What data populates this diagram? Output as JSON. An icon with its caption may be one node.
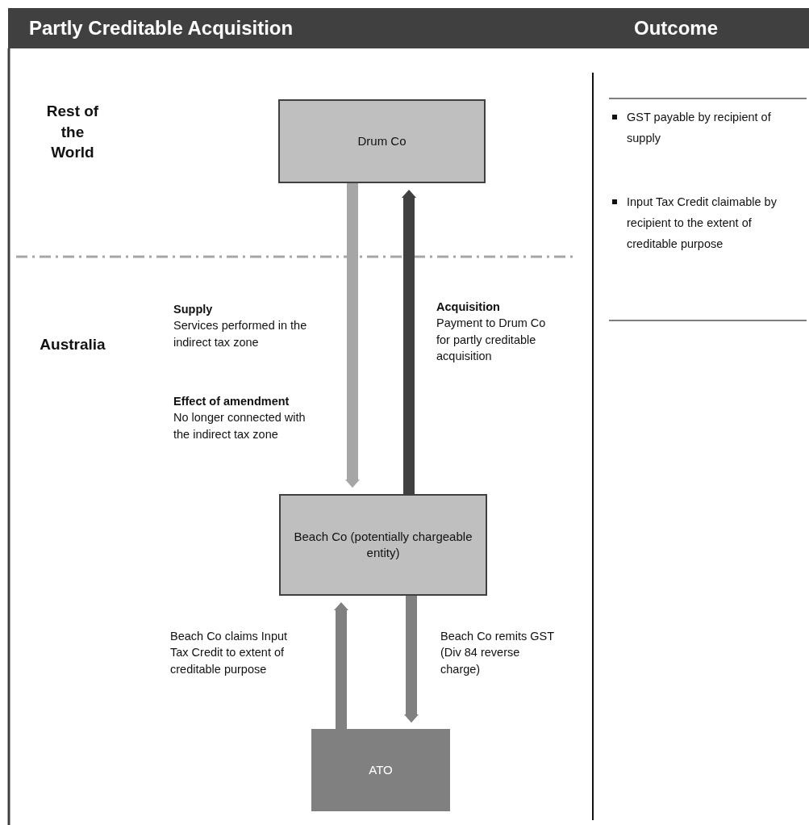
{
  "diagram": {
    "title": "Partly Creditable Acquisition",
    "nodes": [
      {
        "text": [
          "Drum Co"
        ]
      },
      {
        "text": [
          "Beach Co (potentially chargeable entity)"
        ]
      },
      {
        "text": [
          "ATO"
        ]
      }
    ],
    "edges": [
      {
        "from": 0,
        "to": 1,
        "arrow": "to",
        "color": "#a6a6a6",
        "label": "**Supply** Services performed in the indirect tax zone"
      },
      {
        "from": 1,
        "to": 0,
        "arrow": "to",
        "color": "#404040",
        "label": "**Acquisition** Payment to Drum Co for partly creditable acquisition"
      },
      {
        "from": 2,
        "to": 1,
        "arrow": "to",
        "color": "#808080",
        "label": "Beach Co claims Input Tax Credit to extent of creditable purpose"
      },
      {
        "from": 1,
        "to": 2,
        "arrow": "to",
        "color": "#808080",
        "label": "Beach Co remits GST (Div 84 reverse charge)"
      }
    ],
    "labels": [
      "Outcome",
      "Rest of the World",
      "Australia",
      "**Effect of amendment** No longer connected with the indirect tax zone",
      "GST payable by recipient of supply",
      "Input Tax Credit claimable by recipient to the extent of creditable purpose"
    ]
  }
}
